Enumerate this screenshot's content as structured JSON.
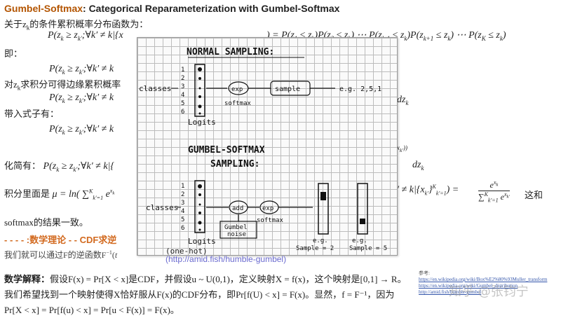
{
  "heading": {
    "part1": "Gumbel-Softmax",
    "part2": ": Categorical Reparameterization with Gumbel-Softmax"
  },
  "lines": {
    "l1": "关于z",
    "l1_sub": "k",
    "l1_rest": "的条件累积概率分布函数为：",
    "f1": "P(z",
    "f1_rest": "≥ z",
    "f1_tail": ";∀k′ ≠ k|{x",
    "f1_right": ") = P(z",
    "f1_right2": "≤ z",
    "f1_right3": ")P(z",
    "f1_right4": "≤ z",
    "f1_right5": ") ⋯ P(z",
    "f1_right6": "≤ z",
    "f1_right7": ")P(z",
    "f1_right8": "≤ z",
    "f1_right9": ") ⋯ P(z",
    "f1_right10": "≤ z",
    "f1_right11": ")",
    "l2": "即：",
    "l3": "对z",
    "l3_rest": "求积分可得边缘累积概率",
    "l4": "带入式子有：",
    "l5": "化简有：",
    "l6": "积分里面是",
    "l6_tail": "这和",
    "l7": "softmax的结果一致。",
    "section": "- - - - :数学理论 - - CDF求逆",
    "inverse": "我们就可以通过F的逆函数F",
    "dzk": "dz"
  },
  "grid_text": {
    "normal_title": "NORMAL  SAMPLING:",
    "gumbel_title1": "GUMBEL-SOFTMAX",
    "gumbel_title2": "SAMPLING:",
    "classes": "classes",
    "logits": "Logits",
    "exp": "exp",
    "sample": "sample",
    "softmax": "softmax",
    "eg_normal": "e.g. 2,5,1",
    "add": "add",
    "gumbel_noise1": "Gumbel",
    "gumbel_noise2": "noise",
    "eg": "e.g.",
    "sample2": "Sample = 2",
    "one_hot": "(one-hot)",
    "sample5": "Sample = 5",
    "nums": [
      "1",
      "2",
      "3",
      "4",
      "5",
      "6"
    ]
  },
  "bottom": {
    "label": "数学解释：",
    "text": "假设F(x) = Pr[X < x]是CDF，并假设u ~ U(0,1)，定义映射X = f(x)，这个映射是[0,1] → R。我们希望找到一个映射使得X恰好服从F(x)的CDF分布，即Pr[f(U) < x] = F(x)。显然，f = F⁻¹，因为Pr[X < x] = Pr[f(u) < x] = Pr[u < F(x)] = F(x)。"
  },
  "refs": {
    "title": "参考:",
    "link1": "https://en.wikipedia.org/wiki/Box%E2%80%93Muller_transform",
    "link2": "https://en.wikipedia.org/wiki/Gumbel_distribution",
    "link3": "http://amid.fish/humble-gumbel"
  },
  "overlay_url": "(http://amid.fish/humble-gumbel)",
  "watermark": "知乎 @张钧宁"
}
